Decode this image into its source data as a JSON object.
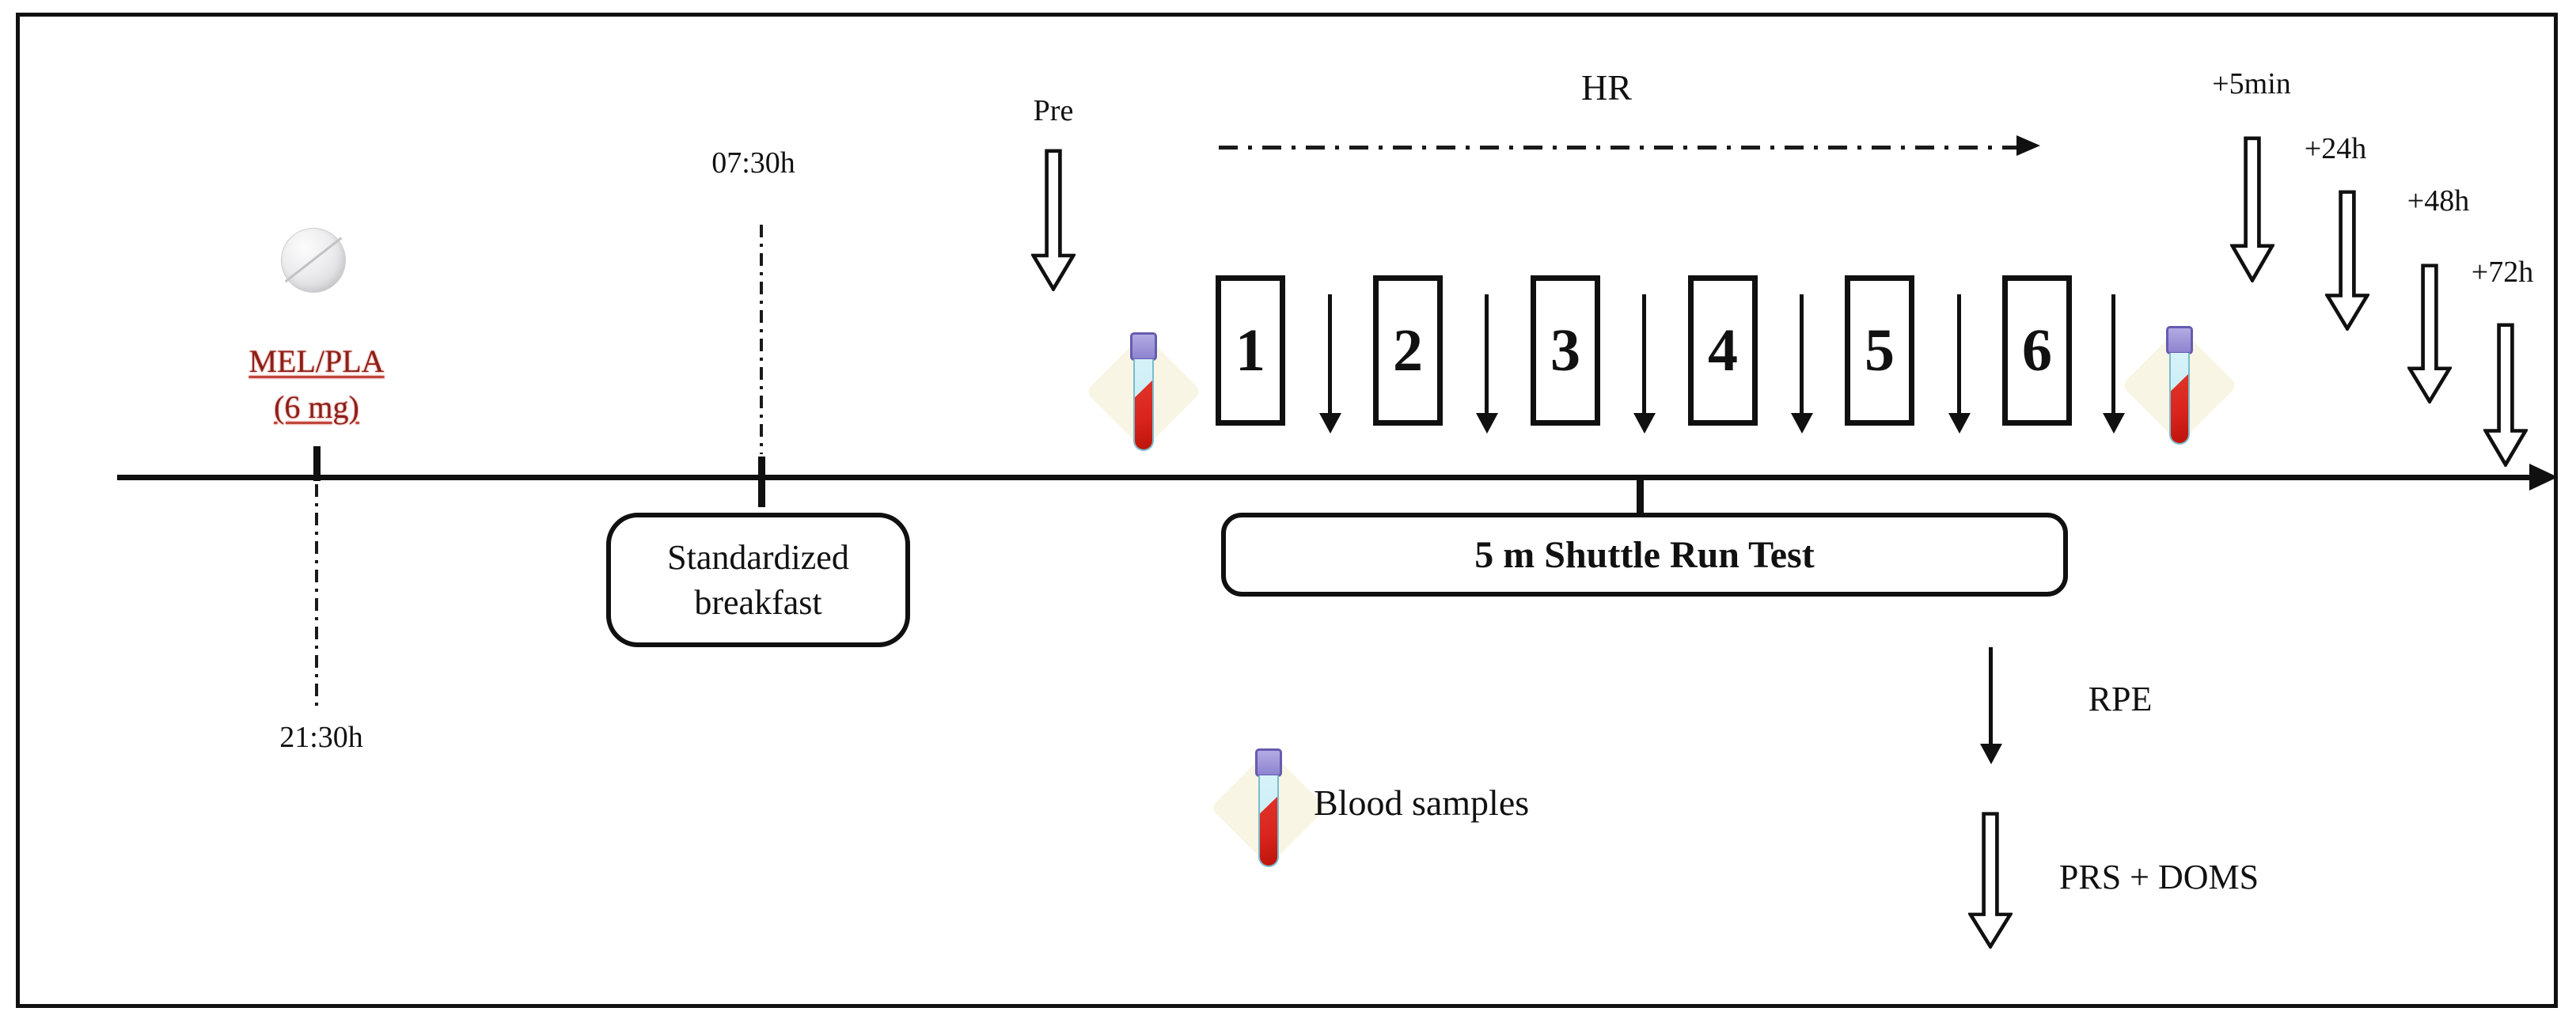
{
  "colors": {
    "ink": "#111111",
    "intervention_text": "#8c1f19",
    "tube_cap": "#9a92d8",
    "tube_body": "#bfe9f4",
    "blood_red": "#d9251d",
    "glow": "#f9f5e4"
  },
  "intervention": {
    "icon": "pill-icon",
    "name": "MEL/PLA",
    "dose": "(6 mg)",
    "time": "21:30h"
  },
  "breakfast": {
    "time": "07:30h",
    "label": "Standardized breakfast"
  },
  "baseline": {
    "pre_label": "Pre"
  },
  "hr": {
    "label": "HR"
  },
  "shuttle_test": {
    "label": "5 m Shuttle Run Test",
    "sets": [
      "1",
      "2",
      "3",
      "4",
      "5",
      "6"
    ]
  },
  "post_times": [
    "+5min",
    "+24h",
    "+48h",
    "+72h"
  ],
  "measures": {
    "rpe": "RPE",
    "prs_doms": "PRS + DOMS"
  },
  "legend": {
    "icon": "blood-tube-icon",
    "blood_samples": "Blood samples"
  }
}
